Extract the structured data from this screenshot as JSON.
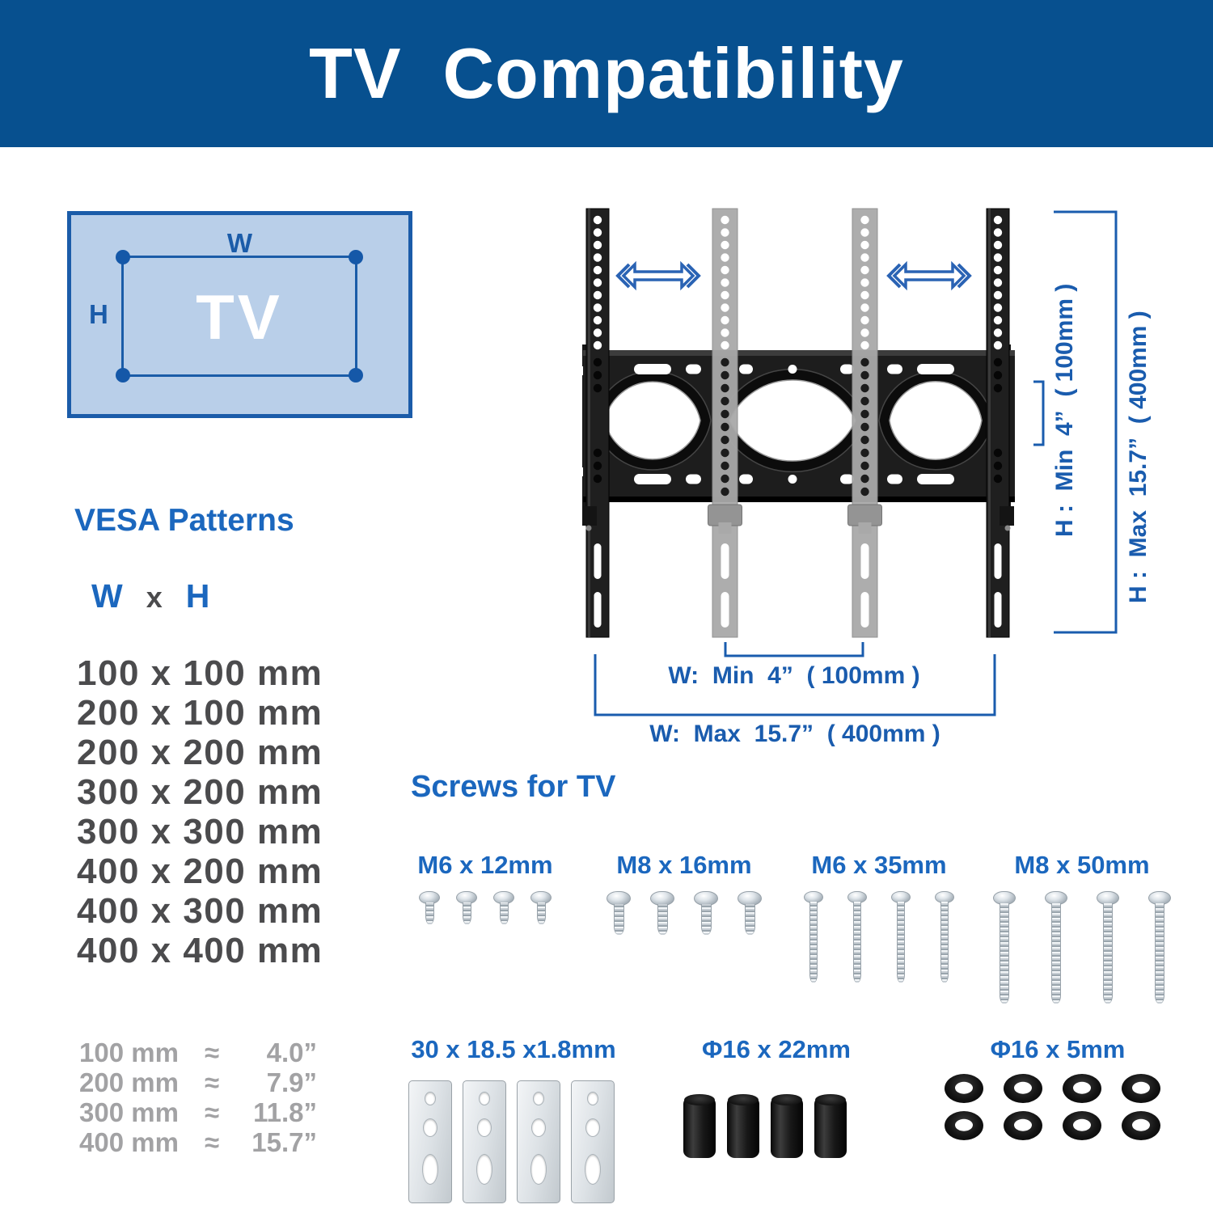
{
  "banner": {
    "title": "TV  Compatibility"
  },
  "tv_diagram": {
    "w": "W",
    "h": "H",
    "label": "TV"
  },
  "vesa": {
    "heading": "VESA Patterns",
    "header": {
      "w": "W",
      "sep": "x",
      "h": "H"
    },
    "patterns": [
      "100 x 100 mm",
      "200 x 100 mm",
      "200 x 200 mm",
      "300 x 200 mm",
      "300 x 300 mm",
      "400 x 200 mm",
      "400 x 300 mm",
      "400 x 400 mm"
    ],
    "conversions": [
      {
        "mm": "100 mm",
        "approx": "≈",
        "inch": "4.0”"
      },
      {
        "mm": "200 mm",
        "approx": "≈",
        "inch": "7.9”"
      },
      {
        "mm": "300 mm",
        "approx": "≈",
        "inch": "11.8”"
      },
      {
        "mm": "400 mm",
        "approx": "≈",
        "inch": "15.7”"
      }
    ]
  },
  "mount": {
    "h_min": "H :  Min  4”  ( 100mm )",
    "h_max": "H :  Max  15.7”  ( 400mm )",
    "w_min": "W:  Min  4”  ( 100mm )",
    "w_max": "W:  Max  15.7”  ( 400mm )"
  },
  "screws": {
    "heading": "Screws for TV",
    "groups": [
      {
        "label": "M6 x 12mm"
      },
      {
        "label": "M8 x 16mm"
      },
      {
        "label": "M6 x 35mm"
      },
      {
        "label": "M8 x 50mm"
      }
    ]
  },
  "hardware": {
    "groups": [
      {
        "label": "30 x 18.5 x1.8mm"
      },
      {
        "label": "Φ16 x 22mm"
      },
      {
        "label": "Φ16 x 5mm"
      }
    ]
  },
  "colors": {
    "banner_blue": "#07508f",
    "accent_blue": "#1b67be",
    "dim_blue": "#1a5cae",
    "list_gray": "#4b4b4d",
    "muted_gray": "#a2a2a4",
    "tv_fill": "#b9cfe9"
  }
}
